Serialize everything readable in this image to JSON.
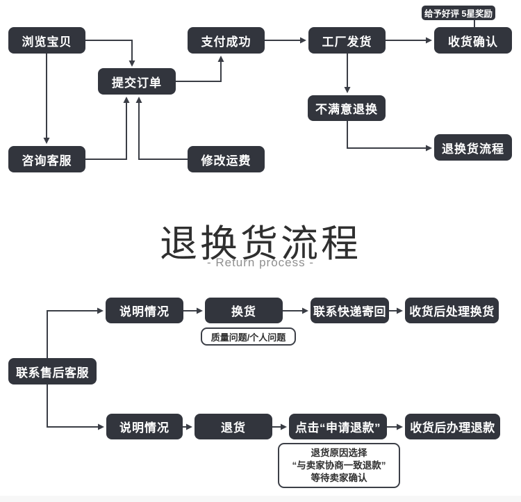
{
  "top_flow": {
    "nodes": {
      "browse": "浏览宝贝",
      "submit": "提交订单",
      "pay": "支付成功",
      "ship": "工厂发货",
      "reward": "给予好评 5星奖励",
      "receive": "收货确认",
      "unsatisfied": "不满意退换",
      "consult": "咨询客服",
      "freight": "修改运费",
      "return_flow": "退换货流程"
    }
  },
  "title": {
    "main": "退换货流程",
    "subtitle": "- Return process -"
  },
  "bottom_flow": {
    "nodes": {
      "contact": "联系售后客服",
      "explain_exchange": "说明情况",
      "exchange": "换货",
      "courier_back": "联系快递寄回",
      "handle_exchange": "收货后处理换货",
      "explain_refund": "说明情况",
      "return_goods": "退货",
      "apply_refund": "点击“申请退款”",
      "handle_refund": "收货后办理退款"
    },
    "notes": {
      "exchange_note": "质量问题/个人问题",
      "refund_note_line1": "退货原因选择",
      "refund_note_line2": "“与卖家协商一致退款”",
      "refund_note_line3": "等待卖家确认"
    }
  },
  "colors": {
    "box_bg": "#32353d",
    "line": "#3a3d45",
    "title": "#2f2f2f",
    "subtitle": "#8f8f8f",
    "note_border": "#3c3f47",
    "footer_bg": "#f7f7f7"
  }
}
